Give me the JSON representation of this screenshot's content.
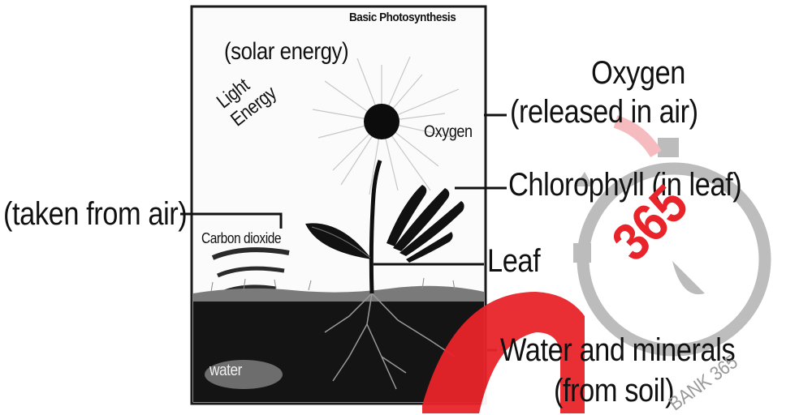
{
  "diagram": {
    "title": "Basic Photosynthesis",
    "inner_labels": {
      "solar_energy": "(solar energy)",
      "light_energy": "Light Energy",
      "oxygen": "Oxygen",
      "carbon_dioxide": "Carbon dioxide",
      "water": "water"
    },
    "outer_labels": {
      "oxygen": "Oxygen",
      "released_in_air": "(released in air)",
      "chlorophyll": "Chlorophyll (in leaf)",
      "taken_from_air": "(taken from  air)",
      "leaf": "Leaf",
      "water_and_minerals": "Water and minerals",
      "from_soil": "(from soil)"
    }
  },
  "watermark": {
    "text": "365",
    "arc_text": "BANK 365",
    "colors": {
      "red": "#e8232a",
      "gray": "#b9b9b9",
      "pink": "#f6b8bc"
    }
  }
}
